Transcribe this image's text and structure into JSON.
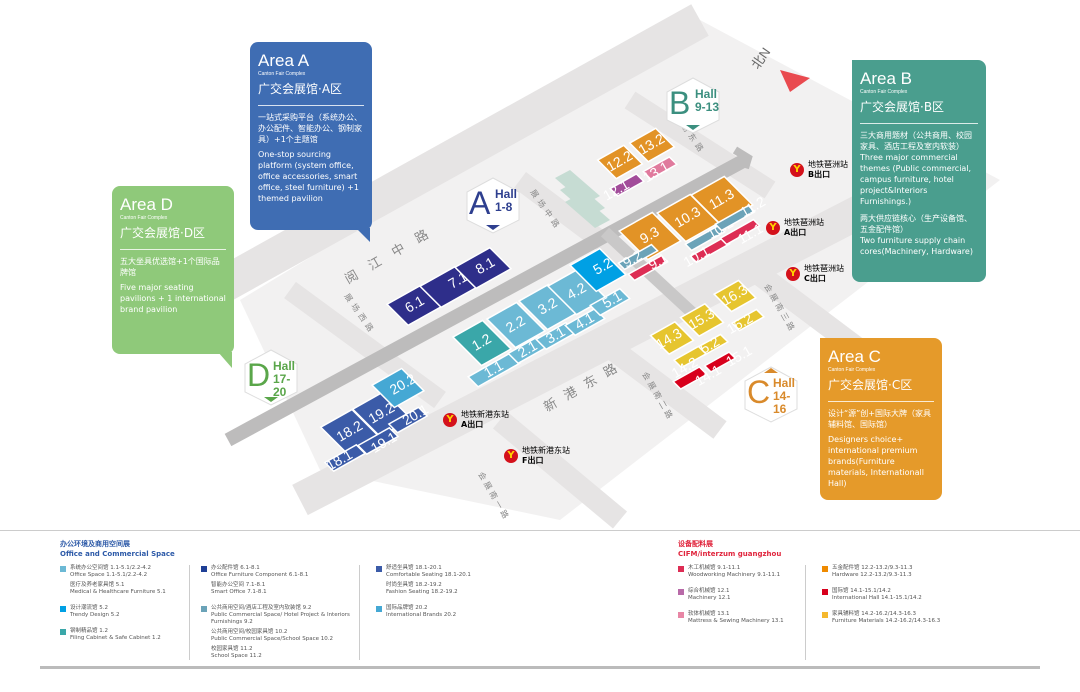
{
  "north": "北N",
  "roads": {
    "yuejiang": "阅江中路",
    "xingang": "新港东路",
    "zhanchang_west": "展场西路",
    "zhanchang_mid": "展场中路",
    "zhanchang_east": "展场东路",
    "huizhan_s1": "会展南一路",
    "huizhan_s2": "会展南二路",
    "huizhan_s3": "会展南三路"
  },
  "halls": [
    {
      "label": "6.1",
      "color": "#2e2e8a"
    },
    {
      "label": "7.1",
      "color": "#2e2e8a"
    },
    {
      "label": "8.1",
      "color": "#2e2e8a"
    },
    {
      "label": "1.2",
      "color": "#3aa7a9"
    },
    {
      "label": "1.1",
      "color": "#6cb9d5"
    },
    {
      "label": "2.2",
      "color": "#6cb9d5"
    },
    {
      "label": "2.1",
      "color": "#6cb9d5"
    },
    {
      "label": "3.2",
      "color": "#6cb9d5"
    },
    {
      "label": "3.1",
      "color": "#6cb9d5"
    },
    {
      "label": "4.2",
      "color": "#6cb9d5"
    },
    {
      "label": "4.1",
      "color": "#6cb9d5"
    },
    {
      "label": "5.2",
      "color": "#00a0e4"
    },
    {
      "label": "5.1",
      "color": "#6cb9d5"
    },
    {
      "label": "18.2",
      "color": "#3b5ba8"
    },
    {
      "label": "18.1",
      "color": "#3b5ba8"
    },
    {
      "label": "19.2",
      "color": "#3b5ba8"
    },
    {
      "label": "19.1",
      "color": "#3b5ba8"
    },
    {
      "label": "20.2",
      "color": "#45a8d4"
    },
    {
      "label": "20.1",
      "color": "#3b5ba8"
    },
    {
      "label": "12.2",
      "color": "#e29326"
    },
    {
      "label": "12.1",
      "color": "#a24c9a"
    },
    {
      "label": "13.2",
      "color": "#e29326"
    },
    {
      "label": "13.1",
      "color": "#e07a9d"
    },
    {
      "label": "9.3",
      "color": "#e29326"
    },
    {
      "label": "9.2",
      "color": "#6ba3b8"
    },
    {
      "label": "9.1",
      "color": "#dd2d54"
    },
    {
      "label": "10.3",
      "color": "#e29326"
    },
    {
      "label": "10.2",
      "color": "#6ba3b8"
    },
    {
      "label": "10.1",
      "color": "#dd2d54"
    },
    {
      "label": "11.3",
      "color": "#e29326"
    },
    {
      "label": "11.2",
      "color": "#6ba3b8"
    },
    {
      "label": "11.1",
      "color": "#dd2d54"
    },
    {
      "label": "16.3",
      "color": "#e6c52f"
    },
    {
      "label": "16.2",
      "color": "#e6c52f"
    },
    {
      "label": "15.3",
      "color": "#e6c52f"
    },
    {
      "label": "15.2",
      "color": "#e6c52f"
    },
    {
      "label": "15.1",
      "color": "#d8001c"
    },
    {
      "label": "14.3",
      "color": "#e6c52f"
    },
    {
      "label": "14.2",
      "color": "#e6c52f"
    },
    {
      "label": "14.1",
      "color": "#d8001c"
    }
  ],
  "badges": {
    "a": {
      "letter": "A",
      "l1": "Hall",
      "l2": "1-8",
      "color": "#2e3f8f"
    },
    "b": {
      "letter": "B",
      "l1": "Hall",
      "l2": "9-13",
      "color": "#3b8f7f"
    },
    "c": {
      "letter": "C",
      "l1": "Hall",
      "l2": "14-16",
      "color": "#d98a2b"
    },
    "d": {
      "letter": "D",
      "l1": "Hall",
      "l2": "17-20",
      "color": "#5aa64a"
    }
  },
  "metro": [
    {
      "name": "地铁琶洲站",
      "exit": "B出口"
    },
    {
      "name": "地铁琶洲站",
      "exit": "A出口"
    },
    {
      "name": "地铁琶洲站",
      "exit": "C出口"
    },
    {
      "name": "地铁新港东站",
      "exit": "A出口"
    },
    {
      "name": "地铁新港东站",
      "exit": "F出口"
    }
  ],
  "areas": {
    "a": {
      "title": "Area A",
      "sub": "Canton Fair Complex",
      "cn": "广交会展馆·A区",
      "p1": "一站式采购平台（系统办公、办公配件、智能办公、钢制家具）+1个主题馆",
      "p2": "One-stop sourcing platform (system office, office accessories, smart office, steel furniture) +1 themed pavilion"
    },
    "b": {
      "title": "Area B",
      "sub": "Canton Fair Complex",
      "cn": "广交会展馆·B区",
      "p1": "三大商用题材（公共商用、校园家具、酒店工程及室内软装）",
      "p2": "Three major commercial themes (Public commercial, campus furniture, hotel project&Interiors Furnishings.)",
      "p3": "两大供应链核心（生产设备馆、五金配件馆）",
      "p4": "Two furniture supply chain cores(Machinery, Hardware)"
    },
    "c": {
      "title": "Area C",
      "sub": "Canton Fair Complex",
      "cn": "广交会展馆·C区",
      "p1": "设计“源”创+国际大牌（家具辅料馆、国际馆）",
      "p2": "Designers choice+ international premium brands(Furniture materials, Internationall Hall)"
    },
    "d": {
      "title": "Area D",
      "sub": "Canton Fair Complex",
      "cn": "广交会展馆·D区",
      "p1": "五大坐具优选馆+1个国际品牌馆",
      "p2": "Five major seating pavilions + 1 international brand pavilion"
    }
  },
  "legend": {
    "office_title_cn": "办公环境及商用空间展",
    "office_title_en": "Office and Commercial Space",
    "cifm_title_cn": "设备配料展",
    "cifm_title_en": "CIFM/interzum guangzhou",
    "cols": [
      [
        {
          "color": "#6cb9d5",
          "items": [
            [
              "系统办公空间馆 1.1-5.1/2.2-4.2",
              "Office Space 1.1-5.1/2.2-4.2"
            ],
            [
              "医疗及养老家具馆 5.1",
              "Medical & Healthcare Furniture 5.1"
            ]
          ]
        },
        {
          "color": "#00a0e4",
          "items": [
            [
              "设计潮流馆 5.2",
              "Trendy Design 5.2"
            ]
          ]
        },
        {
          "color": "#3aa7a9",
          "items": [
            [
              "钢制精品馆 1.2",
              "Filing Cabinet & Safe Cabinet 1.2"
            ]
          ]
        }
      ],
      [
        {
          "color": "#1f3f96",
          "items": [
            [
              "办公配件馆 6.1-8.1",
              "Office Furniture Component 6.1-8.1"
            ],
            [
              "智能办公空间 7.1-8.1",
              "Smart Office 7.1-8.1"
            ]
          ]
        },
        {
          "color": "#6ba3b8",
          "items": [
            [
              "公共商用空间/酒店工程及室内软装馆 9.2",
              "Public Commercial Space/ Hotel Project & Interiors Furnishings 9.2"
            ],
            [
              "公共商用空间/校园家具馆 10.2",
              "Public Commercial Space/School Space 10.2"
            ],
            [
              "校园家具馆 11.2",
              "School Space 11.2"
            ]
          ]
        }
      ],
      [
        {
          "color": "#3b5ba8",
          "items": [
            [
              "舒适坐具馆 18.1-20.1",
              "Comfortable Seating 18.1-20.1"
            ],
            [
              "时尚坐具馆 18.2-19.2",
              "Fashion Seating 18.2-19.2"
            ]
          ]
        },
        {
          "color": "#45a8d4",
          "items": [
            [
              "国际品牌馆 20.2",
              "International Brands 20.2"
            ]
          ]
        }
      ],
      [
        {
          "color": "#dd2d54",
          "items": [
            [
              "木工机械馆 9.1-11.1",
              "Woodworking Machinery 9.1-11.1"
            ]
          ]
        },
        {
          "color": "#b86aa8",
          "items": [
            [
              "综合机械馆 12.1",
              "Machinery 12.1"
            ]
          ]
        },
        {
          "color": "#e887a6",
          "items": [
            [
              "软体机械馆 13.1",
              "Mattress & Sewing Machinery 13.1"
            ]
          ]
        }
      ],
      [
        {
          "color": "#ef8a00",
          "items": [
            [
              "五金配件馆 12.2-13.2/9.3-11.3",
              "Hardware 12.2-13.2/9.3-11.3"
            ]
          ]
        },
        {
          "color": "#d8001c",
          "items": [
            [
              "国际馆 14.1-15.1/14.2",
              "International Hall 14.1-15.1/14.2"
            ]
          ]
        },
        {
          "color": "#f5b82e",
          "items": [
            [
              "家具辅料馆 14.2-16.2/14.3-16.3",
              "Furniture Materials 14.2-16.2/14.3-16.3"
            ]
          ]
        }
      ]
    ]
  }
}
